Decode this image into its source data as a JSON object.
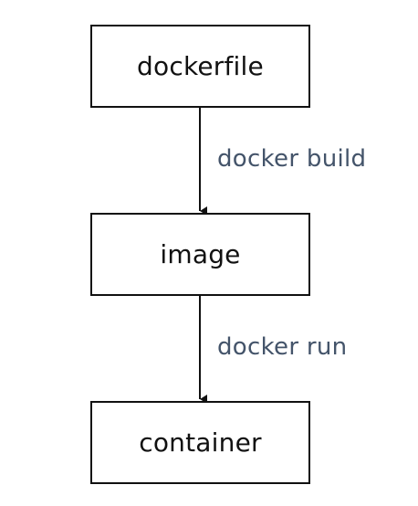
{
  "diagram": {
    "nodes": {
      "dockerfile": "dockerfile",
      "image": "image",
      "container": "container"
    },
    "edges": {
      "build": "docker build",
      "run": "docker run"
    },
    "colors": {
      "box_border": "#111111",
      "node_text": "#111111",
      "edge_text": "#44546a",
      "arrow": "#111111"
    }
  }
}
